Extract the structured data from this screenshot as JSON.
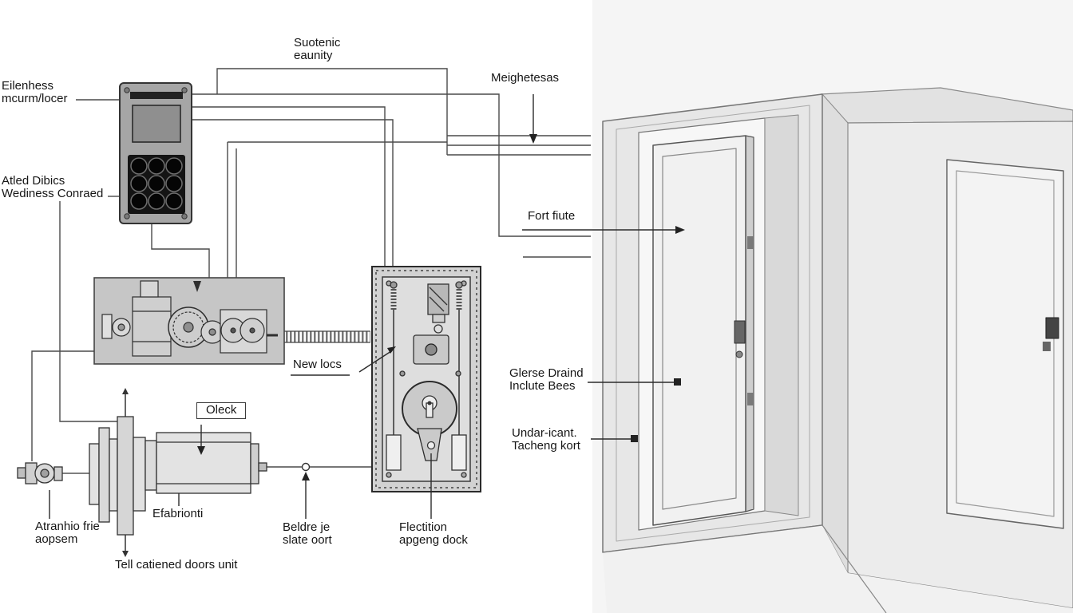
{
  "colors": {
    "line": "#444444",
    "panel_gray": "#c6c6c6",
    "lock_gray": "#d2d2d2",
    "wall_gray": "#e9e9e9",
    "marker_dark": "#222222"
  },
  "labels": {
    "system_unit": "Suotenic\neaunity",
    "sensor": "Meighetesas",
    "control_unit": "Eilenhess\nmcurm/locer",
    "wired_control": "Atled Dibics\nWediness Conraed",
    "front_note": "Fort fiute",
    "new_lock": "New locs",
    "door_side": "Glerse Draind\nInclute Bees",
    "clock": "Oleck",
    "under_cant": "Undar-icant.\nTacheng kort",
    "actuator": "Atranhio frie\naopsem",
    "fabrication": "Efabrionti",
    "slate_port": "Beldre je\nslate oort",
    "electric_dock": "Flectition\napgeng dock",
    "caption": "Tell catiened doors unit"
  }
}
